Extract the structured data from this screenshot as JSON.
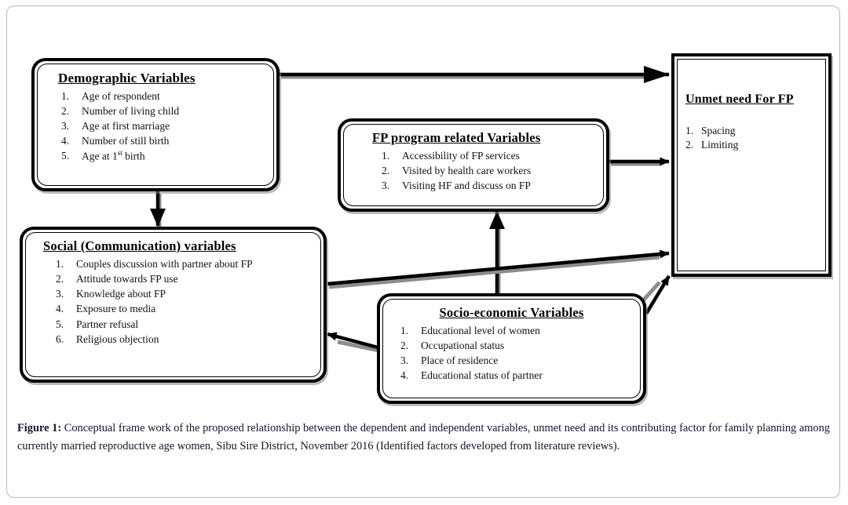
{
  "figure": {
    "caption_label": "Figure 1:",
    "caption_text": " Conceptual frame work of the proposed relationship between the dependent and independent variables, unmet need and its contributing factor for family planning among currently married reproductive age women, Sibu Sire District, November 2016 (Identified factors developed from literature reviews)."
  },
  "colors": {
    "box_border": "#000000",
    "frame_border": "#b9b9b9",
    "arrow": "#000000",
    "caption_text": "#14142b",
    "background": "#ffffff"
  },
  "nodes": {
    "demographic": {
      "title": "Demographic Variables",
      "items": [
        {
          "num": "1.",
          "text": "Age of respondent"
        },
        {
          "num": "2.",
          "text": "Number of living child"
        },
        {
          "num": "3.",
          "text": "Age at first marriage"
        },
        {
          "num": "4.",
          "text": "Number of still birth"
        },
        {
          "num": "5.",
          "text": "Age at 1st birth",
          "sup_base": "Age at 1",
          "sup": "st",
          "sup_tail": " birth"
        }
      ]
    },
    "fp_program": {
      "title": "FP program related Variables",
      "items": [
        {
          "num": "1.",
          "text": "Accessibility of FP services"
        },
        {
          "num": "2.",
          "text": "Visited by health care workers"
        },
        {
          "num": "3.",
          "text": "Visiting HF and discuss on FP"
        }
      ]
    },
    "social": {
      "title": "Social (Communication) variables",
      "items": [
        {
          "num": "1.",
          "text": "Couples discussion with partner about FP"
        },
        {
          "num": "2.",
          "text": "Attitude towards FP use"
        },
        {
          "num": "3.",
          "text": "Knowledge about FP"
        },
        {
          "num": "4.",
          "text": "Exposure to media"
        },
        {
          "num": "5.",
          "text": "Partner refusal"
        },
        {
          "num": "6.",
          "text": "Religious objection"
        }
      ]
    },
    "socio_economic": {
      "title": "Socio-economic Variables",
      "items": [
        {
          "num": "1.",
          "text": "Educational level of women"
        },
        {
          "num": "2.",
          "text": "Occupational status"
        },
        {
          "num": "3.",
          "text": "Place of residence"
        },
        {
          "num": "4.",
          "text": "Educational status of partner"
        }
      ]
    },
    "unmet_need": {
      "title": "Unmet need For FP",
      "items": [
        {
          "num": "1.",
          "text": "Spacing"
        },
        {
          "num": "2.",
          "text": "Limiting"
        }
      ]
    }
  },
  "connectors": [
    {
      "name": "demographic-to-unmet-need",
      "from": "demographic",
      "to": "unmet_need",
      "direction": "right"
    },
    {
      "name": "demographic-to-social",
      "from": "demographic",
      "to": "social",
      "direction": "down"
    },
    {
      "name": "fp-program-to-unmet-need",
      "from": "fp_program",
      "to": "unmet_need",
      "direction": "right"
    },
    {
      "name": "socio-economic-to-fp-program",
      "from": "socio_economic",
      "to": "fp_program",
      "direction": "up"
    },
    {
      "name": "social-to-unmet-need",
      "from": "social",
      "to": "unmet_need",
      "direction": "diagonal-up-right"
    },
    {
      "name": "socio-economic-to-unmet-need",
      "from": "socio_economic",
      "to": "unmet_need",
      "direction": "diagonal-up-right"
    },
    {
      "name": "socio-economic-to-social",
      "from": "socio_economic",
      "to": "social",
      "direction": "left"
    }
  ]
}
